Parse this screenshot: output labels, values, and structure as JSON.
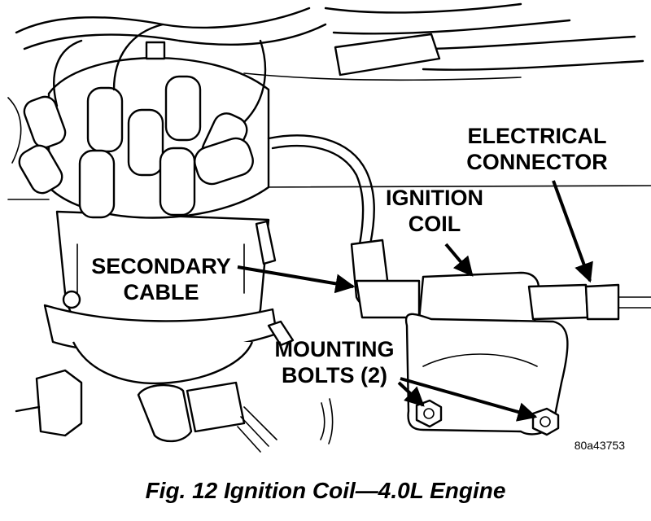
{
  "labels": {
    "electrical_connector_line1": "ELECTRICAL",
    "electrical_connector_line2": "CONNECTOR",
    "ignition_coil_line1": "IGNITION",
    "ignition_coil_line2": "COIL",
    "secondary_cable_line1": "SECONDARY",
    "secondary_cable_line2": "CABLE",
    "mounting_bolts_line1": "MOUNTING",
    "mounting_bolts_line2": "BOLTS (2)"
  },
  "figure_code": "80a43753",
  "caption": "Fig. 12 Ignition Coil—4.0L Engine"
}
